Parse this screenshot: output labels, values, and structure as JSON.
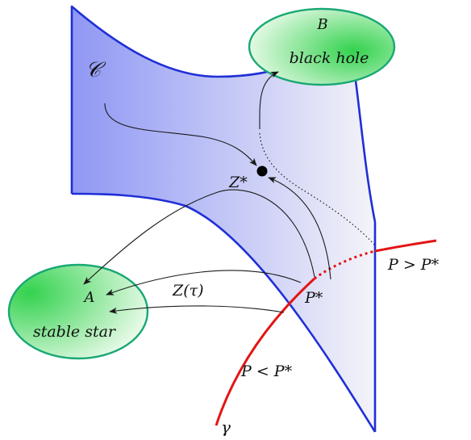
{
  "labels": {
    "manifold": "𝒞",
    "critical_point": "Z*",
    "trajectory": "Z(τ)",
    "critical_parameter": "P*",
    "below_critical": "P < P*",
    "above_critical": "P > P*",
    "curve_name": "γ"
  },
  "endstates": {
    "black_hole": {
      "letter": "B",
      "text": "black hole"
    },
    "stable_star": {
      "letter": "A",
      "text": "stable star"
    }
  },
  "colors": {
    "surface_edge": "#1f2fd6",
    "surface_fill_left": "#8f97f4",
    "surface_fill_right": "#f4f4f8",
    "critical_curve": "#e31515",
    "ellipse_stroke": "#19a874",
    "ellipse_fill_light": "#eafbea",
    "ellipse_fill_dark": "#33d24e",
    "flow_line": "#1a1a1a"
  }
}
